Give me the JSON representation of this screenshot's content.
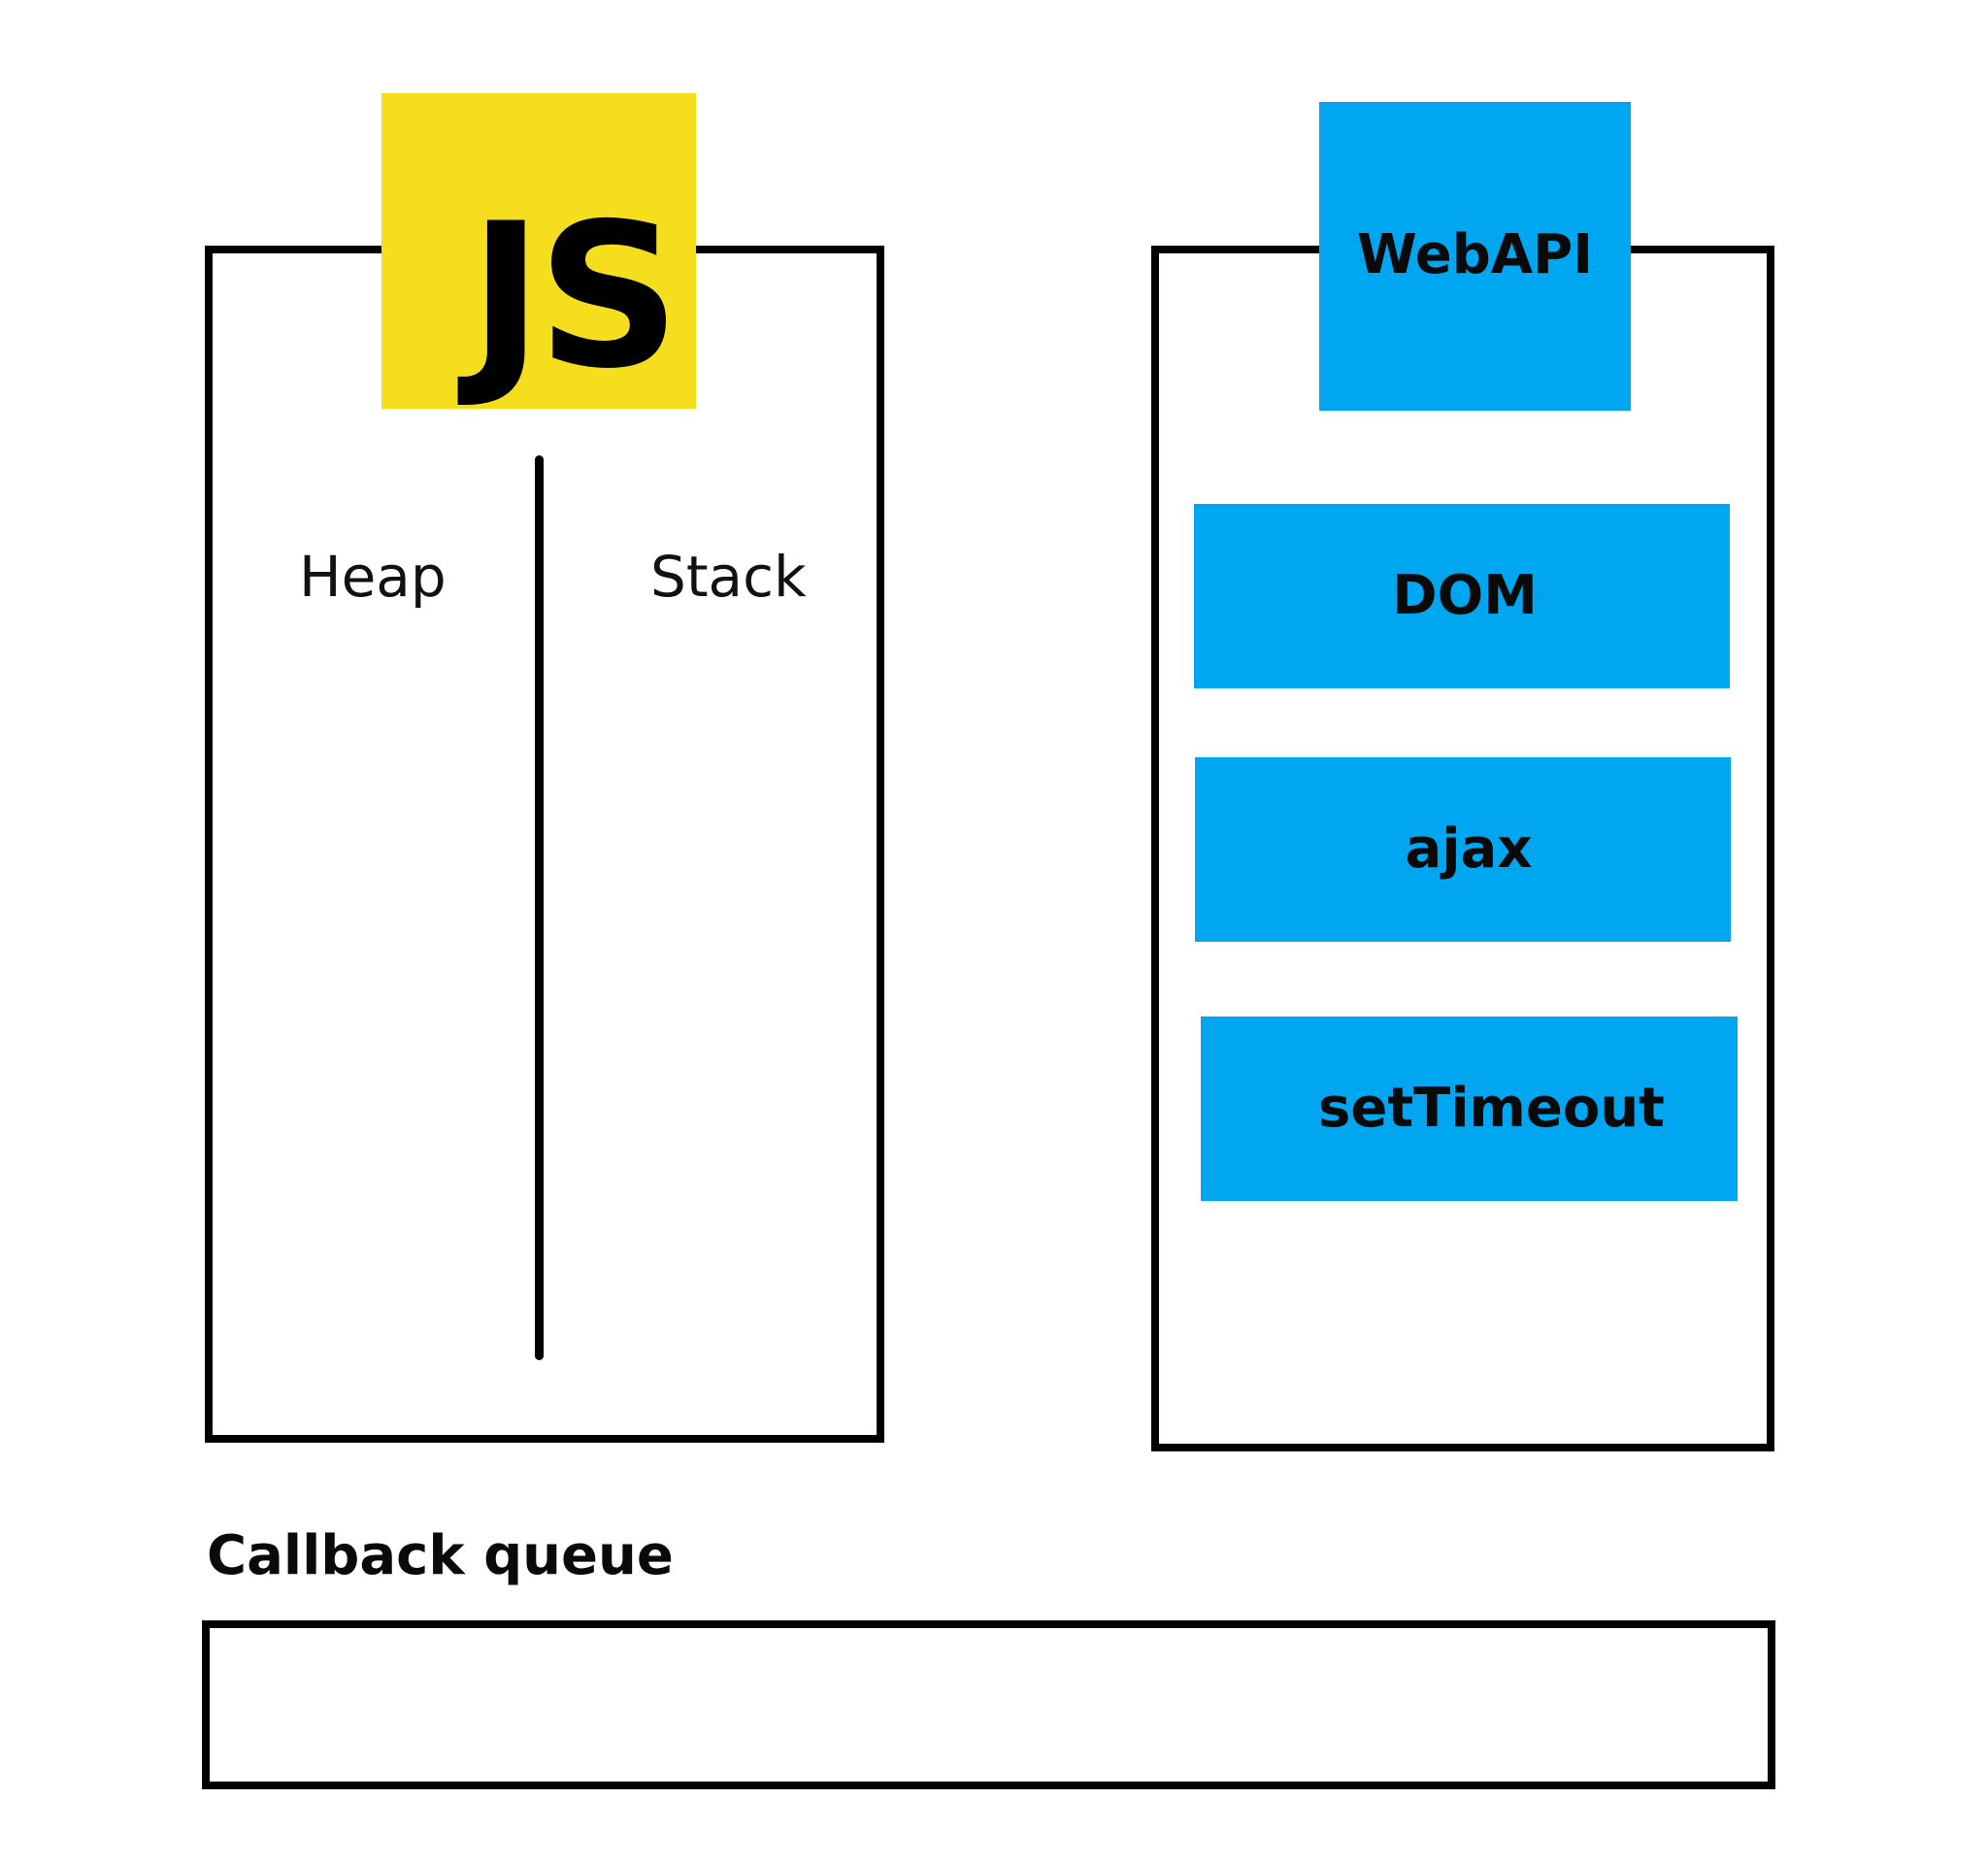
{
  "engine": {
    "logo_text": "JS",
    "heap_label": "Heap",
    "stack_label": "Stack",
    "logo_color": "#f5de1e"
  },
  "webapi": {
    "title": "WebAPI",
    "items": [
      {
        "label": "DOM"
      },
      {
        "label": "ajax"
      },
      {
        "label": "setTimeout"
      }
    ],
    "block_color": "#01a6f0"
  },
  "callback_queue": {
    "label": "Callback queue"
  }
}
